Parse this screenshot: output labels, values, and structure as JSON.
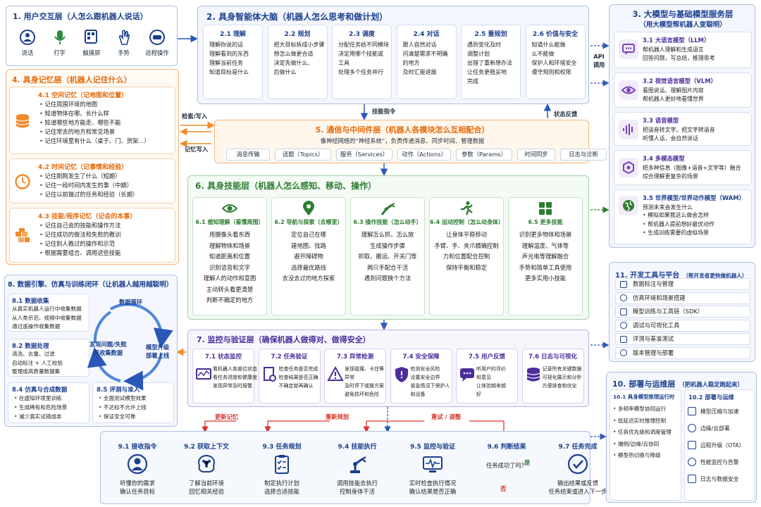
{
  "l1": {
    "title": "1. 用户交互层（人怎么跟机器人说话）",
    "items": [
      "说话",
      "打字",
      "触摸屏",
      "手势",
      "远程操作"
    ]
  },
  "l2": {
    "title": "2. 具身智能体大脑（机器人怎么思考和做计划）",
    "cols": [
      {
        "t": "2.1 理解",
        "lines": [
          "理解你说的话",
          "理解看到的东西",
          "理解当前任务",
          "知道目标是什么"
        ]
      },
      {
        "t": "2.2 规划",
        "lines": [
          "把大目标拆成小步骤",
          "想怎么做更合适",
          "决定先做什么、",
          "后做什么"
        ]
      },
      {
        "t": "2.3 调度",
        "lines": [
          "分配任务给不同模块",
          "决定用哪个技能或",
          "工具",
          "处理多个任务并行"
        ]
      },
      {
        "t": "2.4 对话",
        "lines": [
          "跟人自然对话",
          "问清楚需求不明确",
          "的地方",
          "及时汇报进展"
        ]
      },
      {
        "t": "2.5 重规划",
        "lines": [
          "遇到变化及时",
          "调整计划",
          "出错了重新想办法",
          "让任务更稳妥地",
          "完成"
        ]
      },
      {
        "t": "2.6 价值与安全",
        "lines": [
          "知道什么能做",
          "么不能做",
          "保护人和环境安全",
          "遵守规则和权限"
        ]
      }
    ]
  },
  "l3": {
    "title": "3. 大模型与基础模型服务层",
    "subtitle": "（用大模型帮机器人变聪明）",
    "items": [
      {
        "t": "3.1 大语言模型（LLM）",
        "d": [
          "帮机器人理解和生成语言",
          "回答问题，写总结，推理思考"
        ]
      },
      {
        "t": "3.2 视觉语言模型（VLM）",
        "d": [
          "看图说话、理解图片内容",
          "帮机器人更好地看懂世界"
        ]
      },
      {
        "t": "3.3 语音模型",
        "d": [
          "把语音转文字、把文字转语音",
          "听懂人话，会自然说话"
        ]
      },
      {
        "t": "3.4 多模态模型",
        "d": [
          "把多种信息（图像+语音+文字等）融合",
          "综合理解更复杂的场景"
        ]
      },
      {
        "t": "3.5 世界模型/世界动作模型（WAM）",
        "d": [
          "预测未来会发生什么"
        ],
        "b": [
          "模拟如果我这么做会怎样",
          "帮机器人提前想好最优动作",
          "生成训练需要的虚拟场景"
        ]
      }
    ]
  },
  "api": "API\n调用",
  "l4": {
    "title": "4. 具身记忆层（机器人记住什么）",
    "subs": [
      {
        "t": "4.1 空间记忆（记地图和位置）",
        "b": [
          "记住周围环境的地图",
          "知道物体在哪、长什么样",
          "知道哪些地方能走、哪些不能",
          "记住常去的地方和常见场景",
          "记住环境里有什么（桌子、门、货架...）"
        ]
      },
      {
        "t": "4.2 时间记忆（记事情和经验）",
        "b": [
          "记住刚刚发生了什么（短期）",
          "记住一段时间内发生的事（中期）",
          "记住以前做过的任务和经验（长期）"
        ]
      },
      {
        "t": "4.3 技能/程序记忆（记会的本事）",
        "b": [
          "记住自己会的技能和操作方法",
          "记住成功的做法和失败的教训",
          "记住别人教过的操作和示范",
          "根据需要组合、调用这些技能"
        ]
      }
    ]
  },
  "l5": {
    "title": "5. 通信与中间件层（机器人各模块怎么互相配合）",
    "desc": "像神经网络的“神经系统”，负责传递消息、同步时间、管理数据",
    "chips": [
      "消息传输",
      "话题（Topics）",
      "服务（Services）",
      "动作（Actions）",
      "参数（Params）",
      "时间同步",
      "日志与诊断"
    ]
  },
  "arrows": {
    "retrieve": "检索/写入",
    "memwrite": "记忆写入",
    "skillcmd": "技能指令",
    "state": "状态反馈",
    "update_mem": "更新记忆",
    "replan": "重新规划",
    "retry": "重试 / 调整",
    "yes": "是",
    "no": "否"
  },
  "l6": {
    "title": "6. 具身技能层（机器人怎么感知、移动、操作）",
    "cols": [
      {
        "t": "6.1 感知理解（看懂周围）",
        "lines": [
          "用摄像头看东西",
          "理解物体和场景",
          "知道距离和位置",
          "识别语音和文字",
          "理解人的动作和意图",
          "主动转头看更清楚",
          "判断不确定的地方"
        ]
      },
      {
        "t": "6.2 导航与探索（去哪里）",
        "lines": [
          "定位自己在哪",
          "建地图、找路",
          "避开障碍物",
          "选择最优路线",
          "去没去过的地方探索"
        ]
      },
      {
        "t": "6.3 操作技能（怎么动手）",
        "lines": [
          "理解怎么抓、怎么放",
          "生成操作步骤",
          "抓取、搬运、开关门等",
          "两只手配合干活",
          "遇到问题换个方法"
        ]
      },
      {
        "t": "6.4 运动控制（怎么动身体）",
        "lines": [
          "让身体平稳移动",
          "手臂、手、夹爪精确控制",
          "力和位置配合控制",
          "保持平衡和稳定"
        ]
      },
      {
        "t": "6.5 更多技能",
        "lines": [
          "识别更多物体和场景",
          "理解温度、气体等",
          "声光电等理解融合",
          "手势和简单工具使用",
          "更多实用小技能"
        ]
      }
    ]
  },
  "l7": {
    "title": "7. 监控与验证层（确保机器人做得对、做得安全）",
    "cols": [
      {
        "t": "7.1 状态监控",
        "lines": [
          "看机器人各部位状态",
          "看任务进度和健康度",
          "发现异常及时报警"
        ]
      },
      {
        "t": "7.2 任务验证",
        "lines": [
          "检查任务是否完成",
          "检查结果是否正确",
          "不确定就再确认"
        ]
      },
      {
        "t": "7.3 异常检测",
        "lines": [
          "发现碰撞、卡住等",
          "异常",
          "及时停下或换方案",
          "避免损坏和危险"
        ]
      },
      {
        "t": "7.4 安全保障",
        "lines": [
          "检测安全风险",
          "设置安全边界",
          "紧急情况下保护人",
          "和设备"
        ]
      },
      {
        "t": "7.5 用户反馈",
        "lines": [
          "听用户的评价",
          "和意见",
          "让体验越来越",
          "好"
        ]
      },
      {
        "t": "7.6 日志与可视化",
        "lines": [
          "记录所有关键数据",
          "可视化展示和分析",
          "方便排查和优化"
        ]
      }
    ]
  },
  "l8": {
    "title": "8. 数据引擎、仿真与训练闭环（让机器人越用越聪明）",
    "s81": {
      "t": "8.1 数据收集",
      "lines": [
        "从真实机器人运行中收集数据",
        "从人类示范、视频中收集数据",
        "通过遥操作收集数据"
      ]
    },
    "s82": {
      "t": "8.2 数据处理",
      "lines": [
        "清洗、去重、过滤",
        "自动标注 + 人工校验",
        "整理成高质量数据集"
      ]
    },
    "s84": {
      "t": "8.4 仿真与合成数据",
      "b": [
        "在虚拟环境里训练",
        "生成稀有和危险场景",
        "减少真实试错成本"
      ]
    },
    "s85": {
      "t": "8.5 评测与准入",
      "b": [
        "全面测试模型效果",
        "不达标不允许上线",
        "保证安全可靠"
      ]
    },
    "loop": {
      "top": "数据循环",
      "left": "发现问题/失败\n再收集数据",
      "right": "模型升级\n部署上线"
    }
  },
  "l9": {
    "steps": [
      {
        "t": "9.1 接收指令",
        "d": [
          "听懂你的需求",
          "确认任务目标"
        ]
      },
      {
        "t": "9.2 获取上下文",
        "d": [
          "了解当前环境",
          "回忆相关经验"
        ]
      },
      {
        "t": "9.3 任务规划",
        "d": [
          "制定执行计划",
          "选择合适技能"
        ]
      },
      {
        "t": "9.4 技能执行",
        "d": [
          "调用技能去执行",
          "控制身体干活"
        ]
      },
      {
        "t": "9.5 监控与验证",
        "d": [
          "实时检查执行情况",
          "确认结果是否正确"
        ]
      },
      {
        "t": "9.6 判断结果",
        "d": [
          "任务成功了吗？"
        ]
      },
      {
        "t": "9.7 任务完成",
        "d": [
          "输出结果或反馈",
          "任务结束或进入下一步"
        ]
      }
    ]
  },
  "l10": {
    "title": "10. 部署与运维层",
    "subtitle": "（把机器人稳定跑起来）",
    "left": {
      "t": "10.1 具身模型推理运行时",
      "b": [
        "多频率模型协同运行",
        "低延迟实时推理控制",
        "任务优先级和调度管理",
        "端侧/边缘/云协同",
        "模型热切换与降级"
      ]
    },
    "right": {
      "t": "10.2 部署与运维",
      "items": [
        "模型压缩与加速",
        "边缘/云部署",
        "远程升级（OTA）",
        "性能监控与告警",
        "日志与数据安全"
      ]
    }
  },
  "l11": {
    "title": "11. 开发工具与平台",
    "subtitle": "（帮开发者更快做机器人）",
    "items": [
      "数据标注与管理",
      "仿真环境和场景搭建",
      "模型训练与工具链（SDK）",
      "调试与可视化工具",
      "评测与基准测试",
      "版本管理与部署"
    ]
  }
}
